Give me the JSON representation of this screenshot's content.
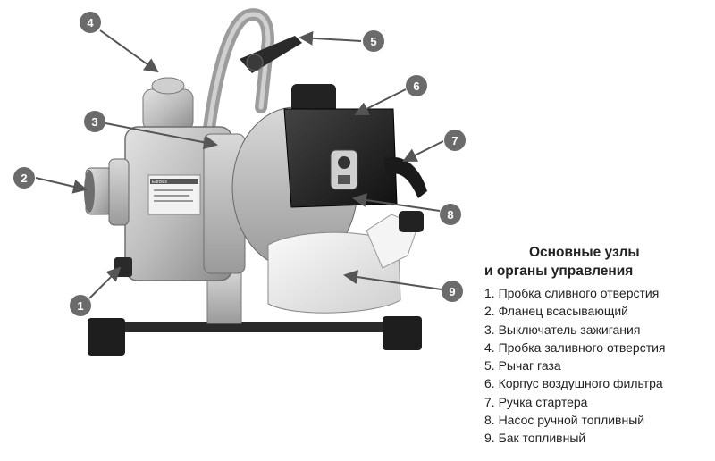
{
  "legend": {
    "title_line1": "Основные узлы",
    "title_line2": "и органы управления",
    "items": [
      "1. Пробка сливного отверстия",
      "2. Фланец всасывающий",
      "3. Выключатель зажигания",
      "4. Пробка заливного отверстия",
      "5. Рычаг газа",
      "6. Корпус воздушного фильтра",
      "7. Ручка стартера",
      "8. Насос ручной топливный",
      "9. Бак топливный"
    ]
  },
  "callouts": [
    "1",
    "2",
    "3",
    "4",
    "5",
    "6",
    "7",
    "8",
    "9"
  ],
  "nameplate": {
    "brand": "Eurolux"
  },
  "colors": {
    "callout_fill": "#6b6b6b",
    "arrow": "#555555",
    "text": "#222222"
  }
}
